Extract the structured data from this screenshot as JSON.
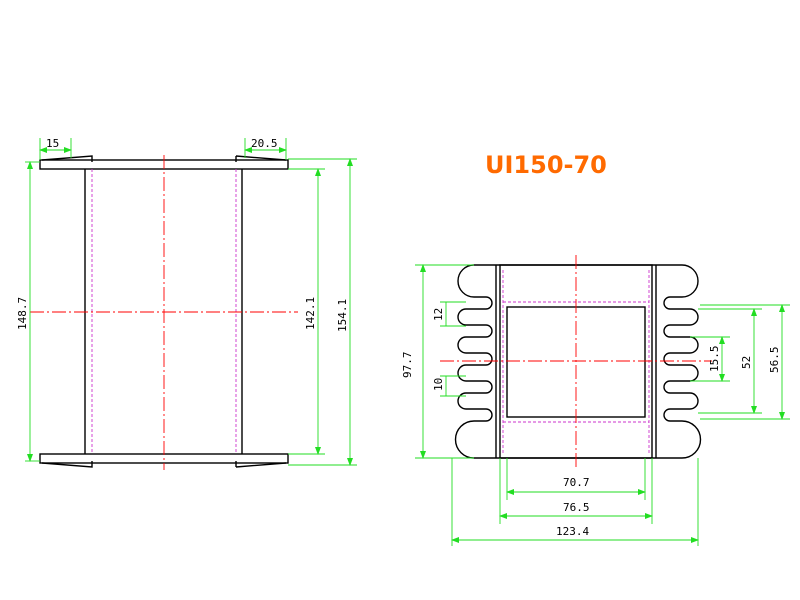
{
  "title": "UI150-70",
  "colors": {
    "title": "#ff6a00",
    "dimension_lines": "#22dd22",
    "center_lines": "#ff0000",
    "hidden_lines": "#cc33cc",
    "outline": "#000000"
  },
  "side_view": {
    "dim_top_left": "15",
    "dim_top_right": "20.5",
    "dim_left_height": "148.7",
    "dim_inner_height": "142.1",
    "dim_outer_height": "154.1"
  },
  "end_view": {
    "dim_total_height": "97.7",
    "dim_slot_height_upper": "12",
    "dim_slot_height_lower": "10",
    "dim_center_slot": "15.5",
    "dim_window_height": "52",
    "dim_outer_window": "56.5",
    "dim_window_width": "70.7",
    "dim_body_width": "76.5",
    "dim_total_width": "123.4"
  }
}
